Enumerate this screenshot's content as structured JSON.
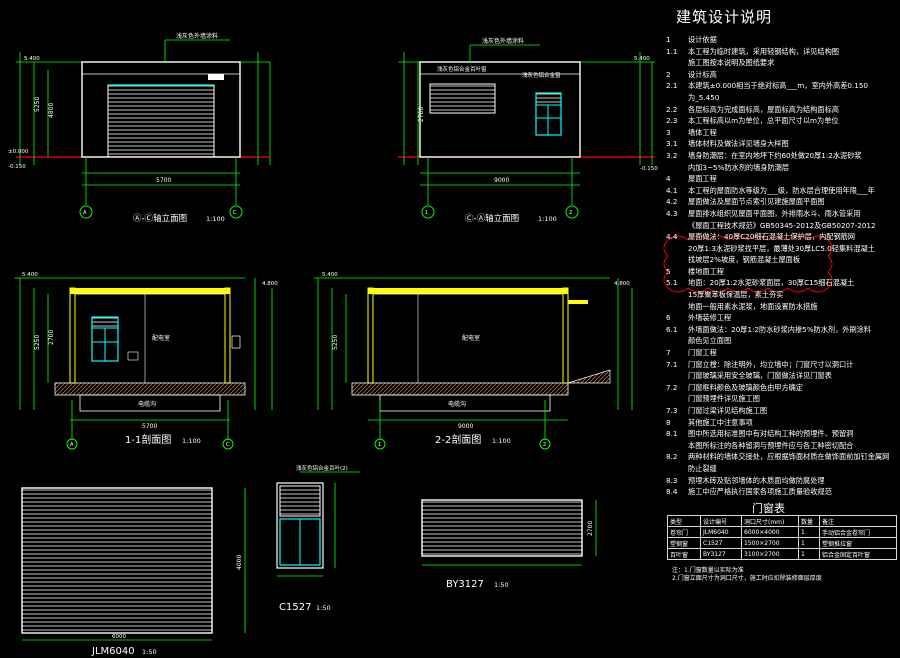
{
  "drawing": {
    "notes_title": "建筑设计说明",
    "notes": [
      {
        "k": "1",
        "t": "设计依据"
      },
      {
        "k": "1.1",
        "t": "本工程为临时建筑，采用轻钢结构，详见结构图"
      },
      {
        "k": "",
        "t": "施工图按本说明及图纸要求"
      },
      {
        "k": "2",
        "t": "设计标高"
      },
      {
        "k": "2.1",
        "t": "本建筑±0.000相当于绝对标高___m，室内外高差0.150"
      },
      {
        "k": "",
        "t": "为_5.450"
      },
      {
        "k": "2.2",
        "t": "各层标高为完成面标高，屋面标高为结构面标高"
      },
      {
        "k": "2.3",
        "t": "本工程标高以m为单位，总平面尺寸以m为单位"
      },
      {
        "k": "3",
        "t": "墙体工程"
      },
      {
        "k": "3.1",
        "t": "墙体材料及做法详见墙身大样图"
      },
      {
        "k": "3.2",
        "t": "墙身防潮层：在室内地坪下约60处做20厚1:2水泥砂浆"
      },
      {
        "k": "",
        "t": "内加3~5%防水剂的墙身防潮层"
      },
      {
        "k": "4",
        "t": "屋面工程"
      },
      {
        "k": "4.1",
        "t": "本工程的屋面防水等级为___级，防水层合理使用年限___年"
      },
      {
        "k": "4.2",
        "t": "屋面做法及屋面节点索引见建施屋面平面图"
      },
      {
        "k": "4.3",
        "t": "屋面排水组织见屋面平面图，外排雨水斗、雨水管采用"
      },
      {
        "k": "",
        "t": "《屋面工程技术规范》GB50345-2012及GB50207-2012"
      },
      {
        "k": "4.4",
        "t": "屋面做法：40厚C20细石混凝土保护层，内配钢筋网"
      },
      {
        "k": "",
        "t": "20厚1:3水泥砂浆找平层，最薄处30厚LC5.0轻集料混凝土"
      },
      {
        "k": "",
        "t": "找坡层2%坡度，钢筋混凝土屋面板"
      },
      {
        "k": "5",
        "t": "楼地面工程"
      },
      {
        "k": "5.1",
        "t": "地面：20厚1:2水泥砂浆面层，30厚C15细石混凝土"
      },
      {
        "k": "",
        "t": "15厚聚苯板保温层，素土夯实"
      },
      {
        "k": "",
        "t": "地面一般用素水泥浆，地面设置防水措施"
      },
      {
        "k": "6",
        "t": "外墙装修工程"
      },
      {
        "k": "6.1",
        "t": "外墙面做法：20厚1:2防水砂浆内掺5%防水剂，外刷涂料"
      },
      {
        "k": "",
        "t": "颜色见立面图"
      },
      {
        "k": "7",
        "t": "门窗工程"
      },
      {
        "k": "7.1",
        "t": "门窗立樘：除注明外，均立墙中；门窗尺寸以洞口计"
      },
      {
        "k": "",
        "t": "门窗玻璃采用安全玻璃，门窗做法详见门窗表"
      },
      {
        "k": "7.2",
        "t": "门窗框料颜色及玻璃颜色由甲方确定"
      },
      {
        "k": "",
        "t": "门窗预埋件详见施工图"
      },
      {
        "k": "7.3",
        "t": "门窗过梁详见结构施工图"
      },
      {
        "k": "8",
        "t": "其他施工中注意事项"
      },
      {
        "k": "8.1",
        "t": "图中所选用标准图中有对结构工种的预埋件、预留洞"
      },
      {
        "k": "",
        "t": "本图所标注的各种留洞与预埋件应与各工种密切配合"
      },
      {
        "k": "8.2",
        "t": "两种材料的墙体交接处，应根据饰面材质在做饰面前加钉金属网"
      },
      {
        "k": "",
        "t": "防止裂缝"
      },
      {
        "k": "8.3",
        "t": "预埋木砖及贴邻墙体的木质面均做防腐处理"
      },
      {
        "k": "8.4",
        "t": "施工中应严格执行国家各项施工质量验收规范"
      }
    ],
    "table_title": "门窗表",
    "table_header": [
      "类型",
      "设计编号",
      "洞口尺寸(mm)",
      "数量",
      "备注"
    ],
    "table_rows": [
      [
        "卷帘门",
        "JLM6040",
        "6000×4000",
        "1",
        "手动铝合金卷帘门"
      ],
      [
        "塑钢窗",
        "C1527",
        "1500×2700",
        "1",
        "塑钢推拉窗"
      ],
      [
        "百叶窗",
        "BY3127",
        "3100×2700",
        "1",
        "铝合金固定百叶窗"
      ]
    ],
    "table_notes": [
      "注：1.门窗数量以实际为准",
      "2.门窗立面尺寸为洞口尺寸，施工时应扣除装修面层厚度"
    ],
    "views": {
      "elev_a": "Ⓐ-Ⓒ轴立面图",
      "elev_a_scale": "1:100",
      "elev_b": "Ⓒ-Ⓐ轴立面图",
      "elev_b_scale": "1:100",
      "sec_1": "1-1剖面图",
      "sec_1_scale": "1:100",
      "sec_2": "2-2剖面图",
      "sec_2_scale": "1:100",
      "door": "JLM6040",
      "door_scale": "1:50",
      "win1": "C1527",
      "win1_scale": "1:50",
      "win2": "BY3127",
      "win2_scale": "1:50"
    },
    "leader_labels": {
      "elev_a_top": "浅灰色外墙涂料",
      "elev_b_top": "浅灰色外墙涂料",
      "elev_b_mid": "浅灰色铝合金百叶窗",
      "elev_b_win": "浅灰色铝合金窗",
      "win1_top": "浅灰色铝合金百叶(2)",
      "room1": "配电室",
      "room2": "配电室",
      "pit1": "电缆沟",
      "pit2": "电缆沟"
    },
    "dims": {
      "elev_width_a": "5700",
      "elev_width_b": "9000",
      "sec_width_1": "5700",
      "sec_width_2": "9000",
      "height_total": "5250",
      "height_mid": "4800",
      "height_low": "2700",
      "height_base": "150",
      "lvl_top": "5.400",
      "lvl_eave": "4.800",
      "lvl_zero": "±0.000",
      "lvl_grade": "-0.150",
      "door_w": "6000",
      "door_h": "4000",
      "by_h": "2700",
      "axis_a": "A",
      "axis_c": "C",
      "axis_1": "1",
      "axis_2": "2"
    }
  },
  "colors": {
    "background": "#000000",
    "dimension": "#00ff00",
    "outline": "#ffffff",
    "window": "#00ffff",
    "accent": "#ffff00",
    "revision": "#ff0000",
    "hatch": "#c08060"
  }
}
